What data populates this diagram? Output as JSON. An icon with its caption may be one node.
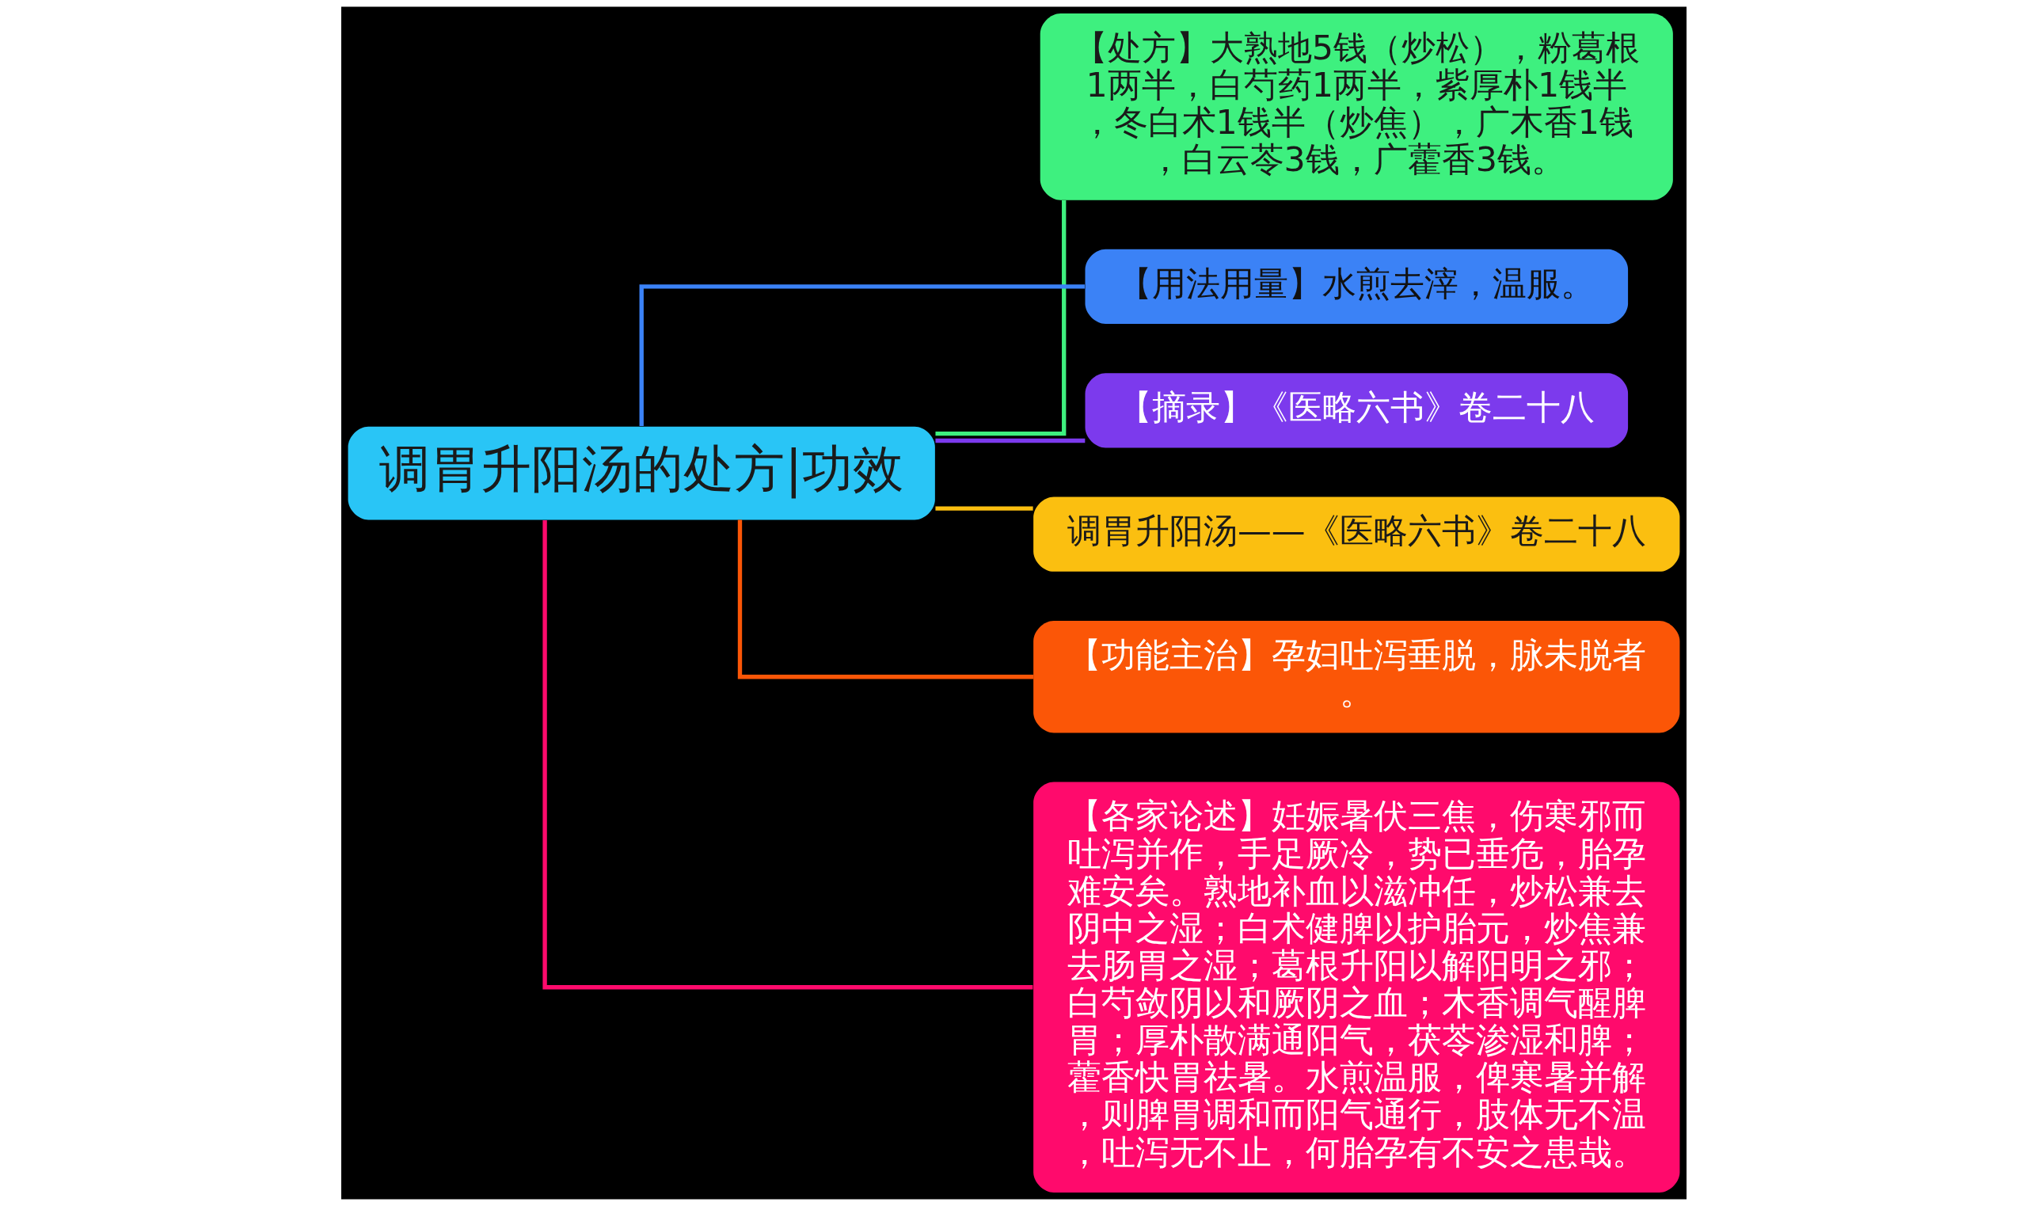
{
  "diagram": {
    "nodes": [
      {
        "text": [
          "调胃升阳汤的处方|功效"
        ]
      },
      {
        "text": [
          "【处方】大熟地5钱（炒松），粉葛根1两半，白芍药1两半，紫厚朴1钱半，冬白术1钱半（炒焦），广木香1钱，白云苓3钱，广藿香3钱。"
        ]
      },
      {
        "text": [
          "【用法用量】水煎去滓，温服。"
        ]
      },
      {
        "text": [
          "【摘录】《医略六书》卷二十八"
        ]
      },
      {
        "text": [
          "调胃升阳汤——《医略六书》卷二十八"
        ]
      },
      {
        "text": [
          "【功能主治】孕妇吐泻垂脱，脉未脱者。"
        ]
      },
      {
        "text": [
          "【各家论述】妊娠暑伏三焦，伤寒邪而吐泻并作，手足厥冷，势已垂危，胎孕难安矣。熟地补血以滋冲任，炒松兼去阴中之湿；白术健脾以护胎元，炒焦兼去肠胃之湿；葛根升阳以解阳明之邪；白芍敛阴以和厥阴之血；木香调气醒脾胃；厚朴散满通阳气，茯苓渗湿和脾；藿香快胃祛暑。水煎温服，俾寒暑并解，则脾胃调和而阳气通行，肢体无不温，吐泻无不止，何胎孕有不安之患哉。"
        ]
      }
    ],
    "edges": [
      {
        "from": 0,
        "to": 1,
        "arrow": "none",
        "color": "#3ef07f"
      },
      {
        "from": 0,
        "to": 2,
        "arrow": "none",
        "color": "#3b82f6"
      },
      {
        "from": 0,
        "to": 3,
        "arrow": "none",
        "color": "#7c3aed"
      },
      {
        "from": 0,
        "to": 4,
        "arrow": "none",
        "color": "#fbbf10"
      },
      {
        "from": 0,
        "to": 5,
        "arrow": "none",
        "color": "#fb5607"
      },
      {
        "from": 0,
        "to": 6,
        "arrow": "none",
        "color": "#ff0a6c"
      }
    ]
  }
}
